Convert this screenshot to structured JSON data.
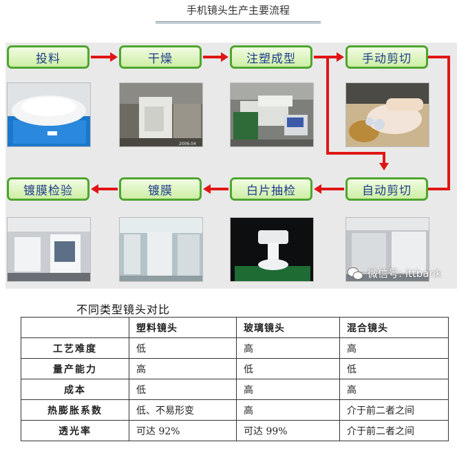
{
  "title": "手机镜头生产主要流程",
  "flow": {
    "row1": [
      "投料",
      "干燥",
      "注塑成型",
      "手动剪切"
    ],
    "row2": [
      "镀膜检验",
      "镀膜",
      "白片抽检",
      "自动剪切"
    ]
  },
  "watermark": "微信号: ittbank",
  "table": {
    "title": "不同类型镜头对比",
    "columns": [
      "",
      "塑料镜头",
      "玻璃镜头",
      "混合镜头"
    ],
    "rows": [
      [
        "工艺难度",
        "低",
        "高",
        "高"
      ],
      [
        "量产能力",
        "高",
        "低",
        "低"
      ],
      [
        "成本",
        "低",
        "高",
        "高"
      ],
      [
        "热膨胀系数",
        "低、不易形变",
        "高",
        "介于前二者之间"
      ],
      [
        "透光率",
        "可达 92%",
        "可达 99%",
        "介于前二者之间"
      ]
    ]
  },
  "colors": {
    "arrow": "#e01515",
    "step_border": "#4da52f",
    "step_text": "#1f3c8c"
  }
}
